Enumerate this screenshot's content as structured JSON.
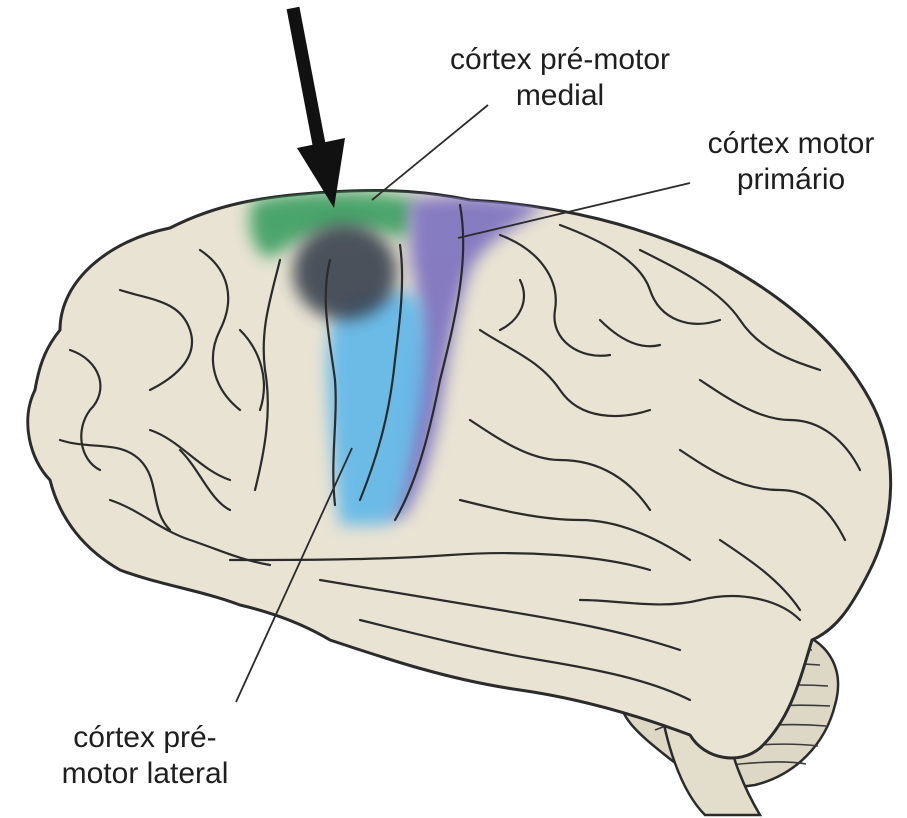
{
  "labels": {
    "medial_premotor": {
      "line1": "córtex pré-motor",
      "line2": "medial"
    },
    "primary_motor": {
      "line1": "córtex motor",
      "line2": "primário"
    },
    "lateral_premotor": {
      "line1": "córtex pré-",
      "line2": "motor lateral"
    }
  },
  "colors": {
    "brain_fill": "#e8e3d3",
    "outline": "#2b2b2b",
    "medial_premotor_region": "#2f9a5a",
    "primary_motor_region": "#7b6fc0",
    "lateral_premotor_region": "#5fb7ea",
    "focus_spot": "#3b4250",
    "arrow": "#111111"
  },
  "icons": {
    "arrow": "arrow-down-icon"
  }
}
